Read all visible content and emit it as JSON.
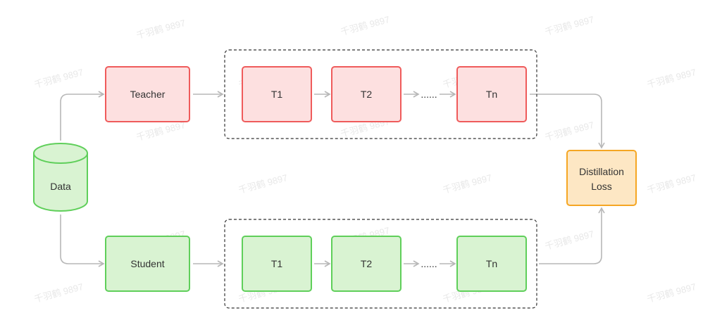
{
  "colors": {
    "teacher_fill": "#fde0e0",
    "teacher_stroke": "#ef5b5b",
    "student_fill": "#d9f3d2",
    "student_stroke": "#5fcf5a",
    "loss_fill": "#fde7c4",
    "loss_stroke": "#f5a623",
    "arrow": "#b7b7b7",
    "dashed": "#333333",
    "text": "#333333"
  },
  "data_node": {
    "label": "Data"
  },
  "teacher": {
    "label": "Teacher",
    "steps": [
      "T1",
      "T2",
      "Tn"
    ],
    "ellipsis": "......"
  },
  "student": {
    "label": "Student",
    "steps": [
      "T1",
      "T2",
      "Tn"
    ],
    "ellipsis": "......"
  },
  "loss": {
    "line1": "Distillation",
    "line2": "Loss"
  },
  "watermark": "千羽鹤 9897"
}
